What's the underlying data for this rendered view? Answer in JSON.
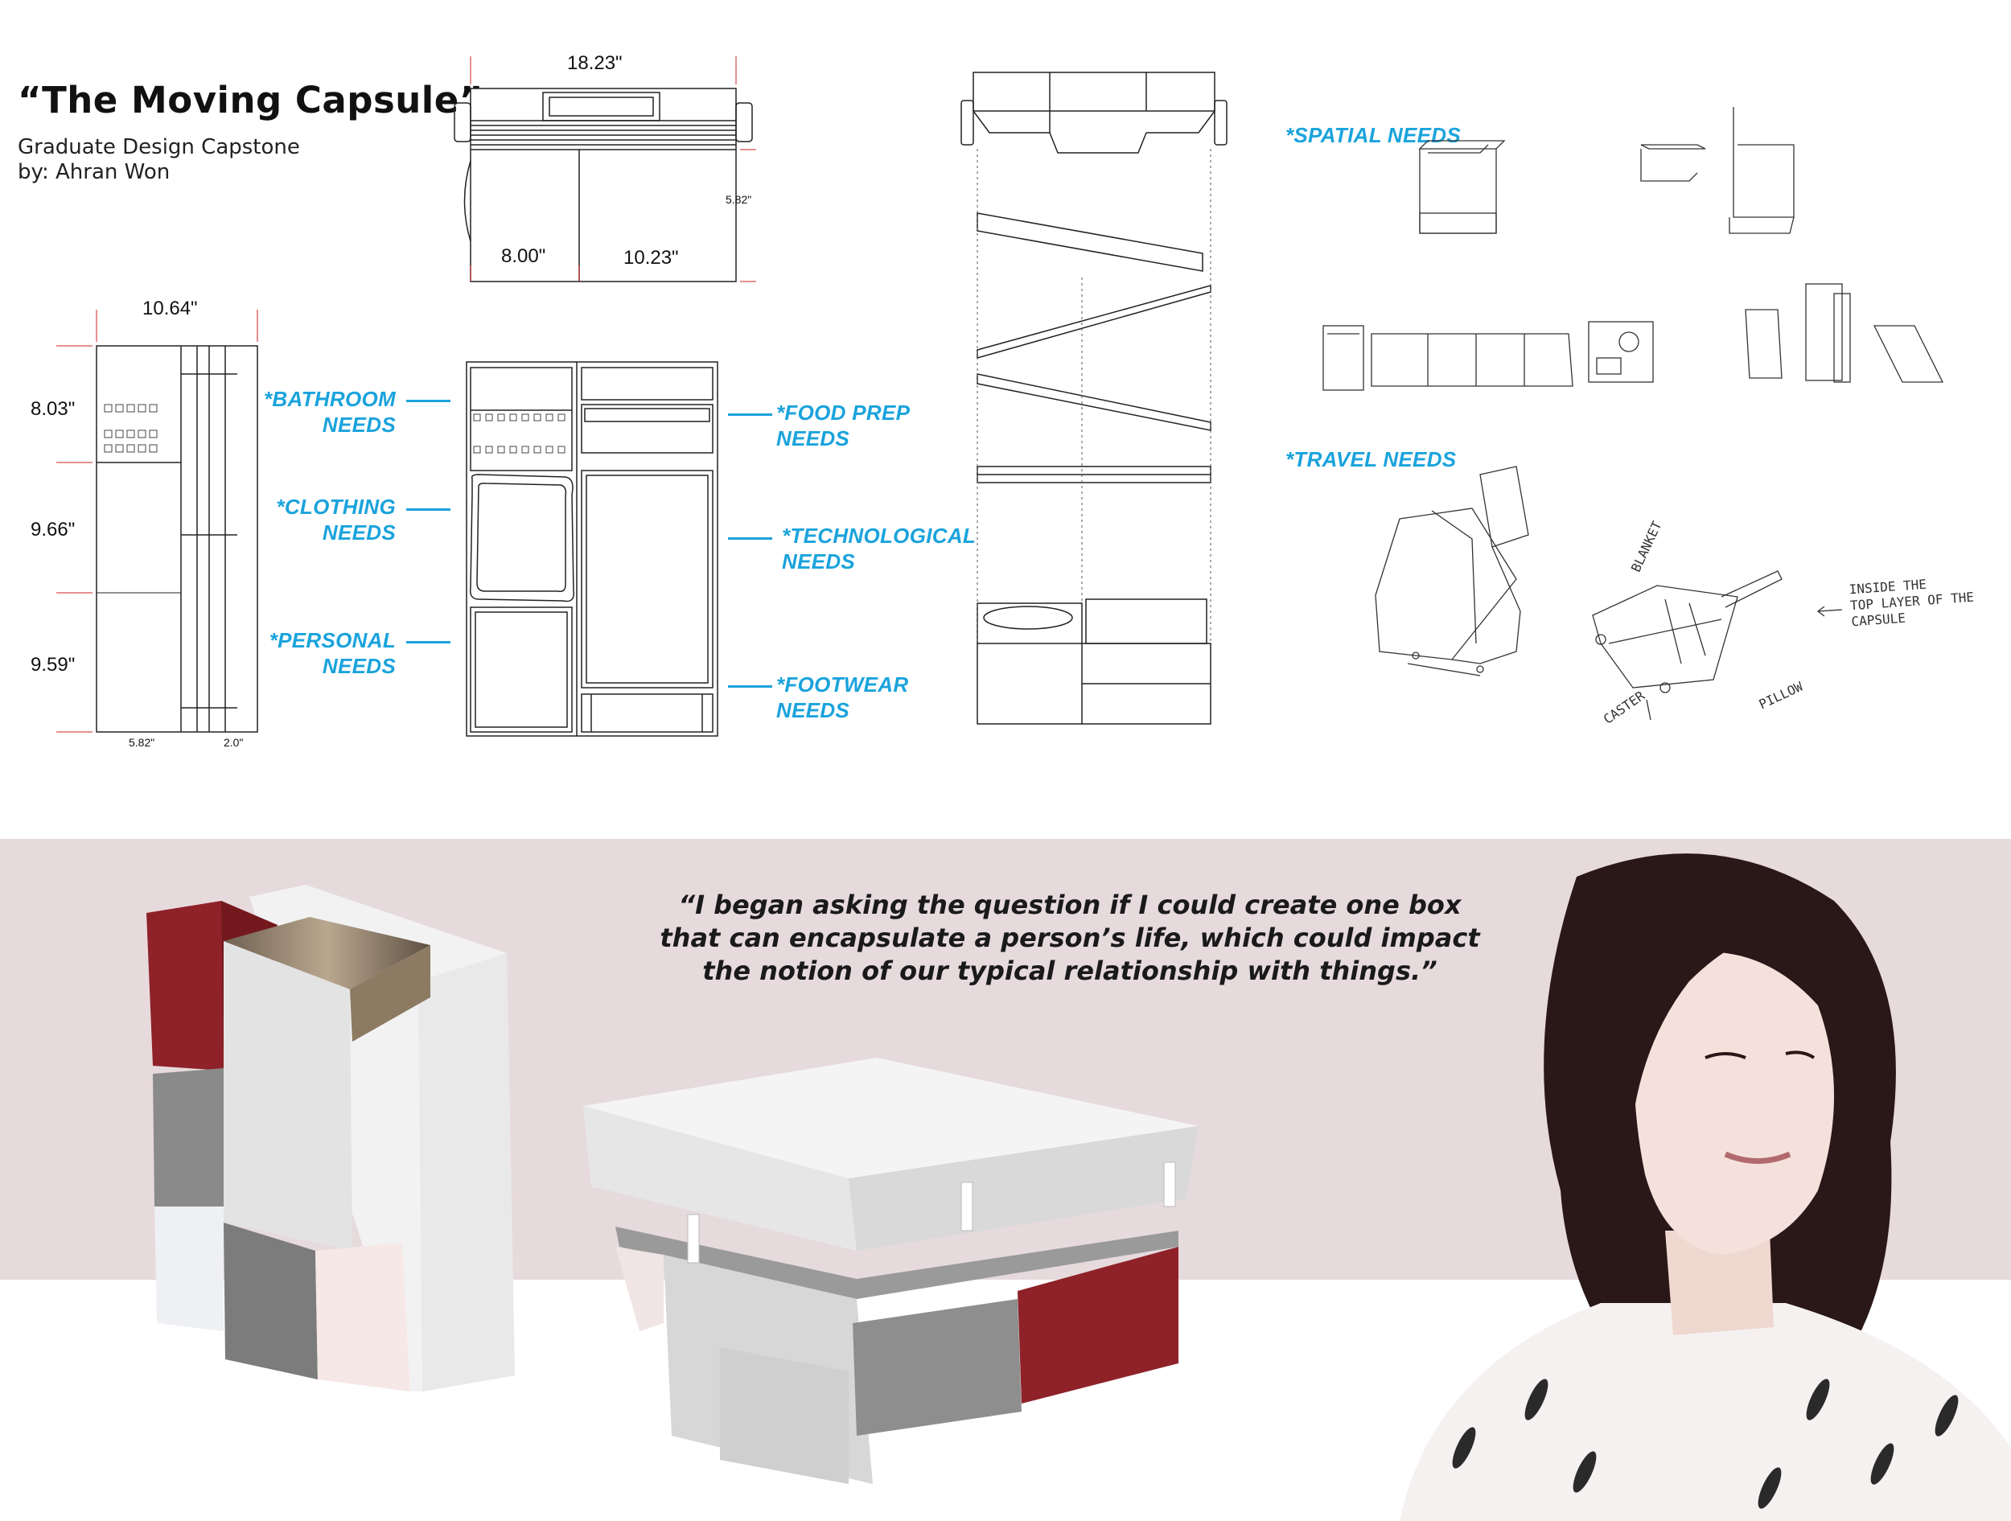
{
  "header": {
    "title": "“The Moving Capsule”",
    "subtitle_line1": "Graduate Design Capstone",
    "subtitle_line2": "by: Ahran Won"
  },
  "top_view_dims": {
    "width": "18.23\"",
    "left": "8.00\"",
    "right": "10.23\"",
    "depth": "5.82\""
  },
  "side_view_dims": {
    "width": "10.64\"",
    "h1": "8.03\"",
    "h2": "9.66\"",
    "h3": "9.59\"",
    "bottom_left": "5.82\"",
    "bottom_right": "2.0\""
  },
  "needs": {
    "bathroom": [
      "*BATHROOM",
      "NEEDS"
    ],
    "clothing": [
      "*CLOTHING",
      "NEEDS"
    ],
    "personal": [
      "*PERSONAL",
      "NEEDS"
    ],
    "food_prep": [
      "*FOOD PREP",
      "NEEDS"
    ],
    "technological": [
      "*TECHNOLOGICAL",
      "NEEDS"
    ],
    "footwear": [
      "*FOOTWEAR",
      "NEEDS"
    ],
    "spatial": "*SPATIAL NEEDS",
    "travel": "*TRAVEL NEEDS"
  },
  "sketch_labels": {
    "blanket": "BLANKET",
    "caster": "CASTER",
    "pillow": "PILLOW",
    "note_line1": "INSIDE THE",
    "note_line2": "TOP LAYER OF THE",
    "note_line3": "CAPSULE"
  },
  "quote": {
    "line1": "“I began asking the question if I could create one box",
    "line2": "that can encapsulate a person’s life, which could impact",
    "line3": "the notion of our typical relationship with things.”"
  },
  "colors": {
    "accent_blue": "#1aa3dc",
    "band": "#e7dadd",
    "leather_red": "#8e2228"
  }
}
